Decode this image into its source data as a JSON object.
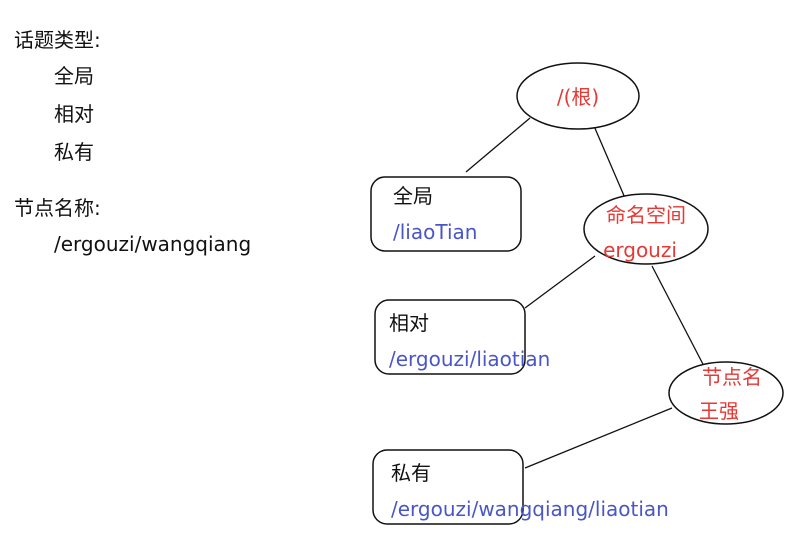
{
  "topic_types": {
    "title": "话题类型:",
    "items": [
      "全局",
      "相对",
      "私有"
    ]
  },
  "node_name": {
    "title": "节点名称:",
    "value": "/ergouzi/wangqiang"
  },
  "diagram": {
    "root": {
      "label": "/(根)"
    },
    "namespace": {
      "line1": "命名空间",
      "line2": "ergouzi"
    },
    "node": {
      "line1": "节点名",
      "line2": "王强"
    },
    "boxes": [
      {
        "title": "全局",
        "path": "/liaoTian"
      },
      {
        "title": "相对",
        "path": "/ergouzi/liaotian"
      },
      {
        "title": "私有",
        "path": "/ergouzi/wangqiang/liaotian"
      }
    ],
    "colors": {
      "node_text": "#e53935",
      "path_text": "#4a56c6",
      "line": "#111111"
    }
  }
}
